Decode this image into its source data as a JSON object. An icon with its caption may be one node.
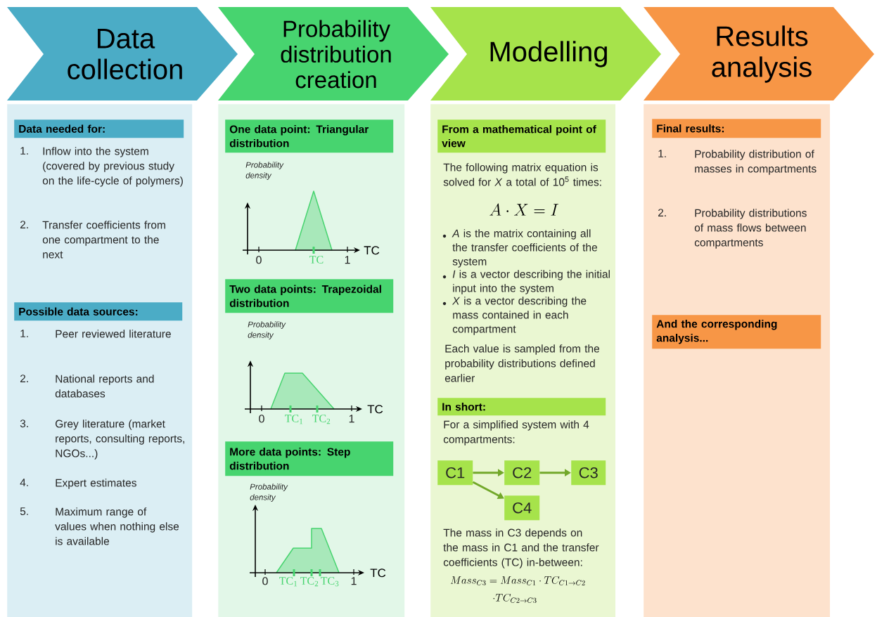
{
  "diagram": {
    "nodes": [
      {
        "text": [
          "Data collection"
        ]
      },
      {
        "text": [
          "Probability distribution creation"
        ]
      },
      {
        "text": [
          "Modelling"
        ]
      },
      {
        "text": [
          "Results analysis"
        ]
      },
      {
        "text": [],
        "shape": "box"
      },
      {
        "text": [
          "Data needed for:"
        ],
        "in": 4
      },
      {
        "text": [
          "Possible data sources:"
        ],
        "in": 4
      },
      {
        "text": [],
        "shape": "box"
      },
      {
        "text": [
          "One data point: Triangular distribution"
        ],
        "in": 7
      },
      {
        "text": [
          "Two data points: Trapezoidal distribution"
        ],
        "in": 7
      },
      {
        "text": [
          "More data points: Step distribution"
        ],
        "in": 7
      },
      {
        "text": [],
        "shape": "box"
      },
      {
        "text": [
          "From a mathematical point of view"
        ],
        "in": 11
      },
      {
        "text": [
          "In short:"
        ],
        "in": 11
      },
      {
        "text": [
          "C1"
        ],
        "in": 11
      },
      {
        "text": [
          "C2"
        ],
        "in": 11
      },
      {
        "text": [
          "C3"
        ],
        "in": 11
      },
      {
        "text": [
          "C4"
        ],
        "in": 11
      },
      {
        "text": [],
        "shape": "box"
      },
      {
        "text": [
          "Final results:"
        ],
        "in": 18
      },
      {
        "text": [
          "And the corresponding analysis..."
        ],
        "in": 18
      }
    ],
    "edges": [
      {
        "from": 14,
        "to": 15,
        "arrow": "to"
      },
      {
        "from": 15,
        "to": 16,
        "arrow": "to"
      },
      {
        "from": 14,
        "to": 17,
        "arrow": "to"
      }
    ],
    "labels": [
      "1.",
      "Inflow into the system (covered by previous study on the life-cycle of polymers)",
      "2.",
      "Transfer coefficients from one compartment to the next",
      "1.",
      "Peer reviewed literature",
      "2.",
      "National reports and databases",
      "3.",
      "Grey literature (market reports, consulting reports, NGOs...)",
      "4.",
      "Expert estimates",
      "5.",
      "Maximum range of values when nothing else is available",
      "Probability density",
      "0",
      "TC",
      "1",
      "TC",
      "Probability density",
      "0",
      "TC$_{1}$",
      "TC$_{2}$",
      "1",
      "TC",
      "Probability density",
      "0",
      "TC$_{1}$",
      "TC$_{2}$",
      "TC$_{3}$",
      "1",
      "TC",
      "The following matrix equation is solved for *X* a total of 10$^{5}$ times:",
      "A \\cdot X = I",
      "*A* is the matrix containing all the transfer coefficients of the system",
      "*I* is a vector describing the initial input into the system",
      "*X* is a vector describing the mass contained in each compartment",
      "Each value is sampled from the probability distributions defined earlier",
      "For a simplified system with 4 compartments:",
      "The mass in C3 depends on the mass in C1 and the transfer coefficients (TC) in-between:",
      "Mass_{C3} = Mass_{C1} \\cdot TC_{C1\\to C2}",
      "\\cdot TC_{C2\\to C3}",
      "1.",
      "Probability distribution of masses in compartments",
      "2.",
      "Probability distributions of mass flows between compartments"
    ]
  }
}
